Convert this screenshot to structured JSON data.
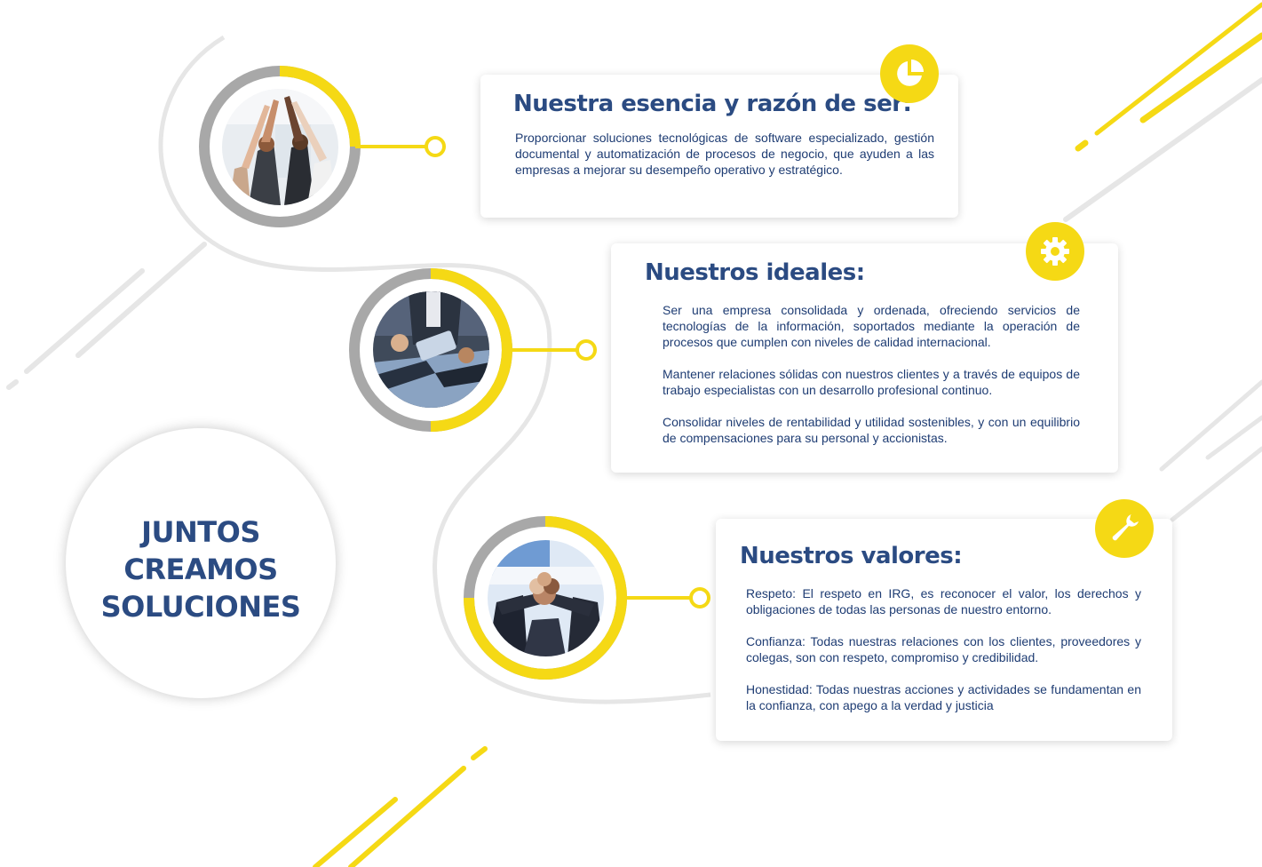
{
  "colors": {
    "accent_yellow": "#f5d915",
    "title_blue": "#2b4b82",
    "text_blue": "#1e3c73",
    "ring_gray": "#a8a8a8",
    "path_gray": "#e6e6e6"
  },
  "motto": {
    "lines": [
      "JUNTOS",
      "CREAMOS",
      "SOLUCIONES"
    ]
  },
  "sections": [
    {
      "title": "Nuestra esencia y razón de ser:",
      "icon": "pie-chart-icon",
      "paragraphs": [
        "Proporcionar soluciones tecnológicas de software especializado, gestión documental y automatización de procesos de negocio, que ayuden a las empresas a mejorar su desempeño operativo y estratégico."
      ]
    },
    {
      "title": "Nuestros ideales:",
      "icon": "gear-icon",
      "paragraphs": [
        "Ser una empresa consolidada y ordenada, ofreciendo servicios de tecnologías de la información, soportados mediante la operación de procesos que cumplen con niveles de calidad internacional.",
        "Mantener relaciones sólidas con nuestros clientes y a través de equipos de trabajo especialistas con un desarrollo profesional continuo.",
        "Consolidar niveles de rentabilidad y utilidad sostenibles, y con un equilibrio de compensaciones para su personal y accionistas."
      ]
    },
    {
      "title": "Nuestros valores:",
      "icon": "wrench-icon",
      "values": [
        {
          "term": "Respeto:",
          "text": " El respeto en IRG, es reconocer el valor, los derechos y obligaciones de todas las personas de nuestro entorno."
        },
        {
          "term": "Confianza:",
          "text": " Todas nuestras relaciones con los clientes, proveedores y colegas, son con respeto, compromiso y credibilidad."
        },
        {
          "term": "Honestidad:",
          "text": " Todas nuestras acciones y actividades se fundamentan en la confianza, con apego a la verdad y justicia"
        }
      ]
    }
  ]
}
